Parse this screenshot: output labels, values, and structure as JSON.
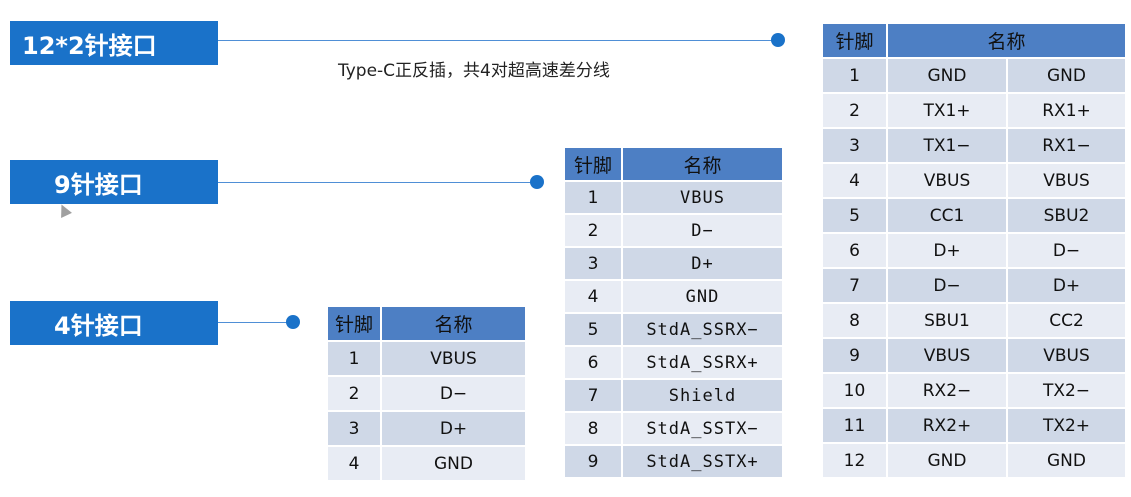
{
  "labels": {
    "l12": "12*2针接口",
    "l9": "9针接口",
    "l4": "4针接口"
  },
  "note": "Type-C正反插，共4对超高速差分线",
  "table4": {
    "headers": [
      "针脚",
      "名称"
    ],
    "rows": [
      [
        "1",
        "VBUS"
      ],
      [
        "2",
        "D−"
      ],
      [
        "3",
        "D+"
      ],
      [
        "4",
        "GND"
      ]
    ]
  },
  "table9": {
    "headers": [
      "针脚",
      "名称"
    ],
    "rows": [
      [
        "1",
        "VBUS"
      ],
      [
        "2",
        "D−"
      ],
      [
        "3",
        "D+"
      ],
      [
        "4",
        "GND"
      ],
      [
        "5",
        "StdA_SSRX−"
      ],
      [
        "6",
        "StdA_SSRX+"
      ],
      [
        "7",
        "Shield"
      ],
      [
        "8",
        "StdA_SSTX−"
      ],
      [
        "9",
        "StdA_SSTX+"
      ]
    ]
  },
  "table12": {
    "headers": [
      "针脚",
      "名称"
    ],
    "rows": [
      [
        "1",
        "GND",
        "GND"
      ],
      [
        "2",
        "TX1+",
        "RX1+"
      ],
      [
        "3",
        "TX1−",
        "RX1−"
      ],
      [
        "4",
        "VBUS",
        "VBUS"
      ],
      [
        "5",
        "CC1",
        "SBU2"
      ],
      [
        "6",
        "D+",
        "D−"
      ],
      [
        "7",
        "D−",
        "D+"
      ],
      [
        "8",
        "SBU1",
        "CC2"
      ],
      [
        "9",
        "VBUS",
        "VBUS"
      ],
      [
        "10",
        "RX2−",
        "TX2−"
      ],
      [
        "11",
        "RX2+",
        "TX2+"
      ],
      [
        "12",
        "GND",
        "GND"
      ]
    ]
  },
  "colors": {
    "accent": "#1a72c9",
    "header": "#4d7fc4",
    "row_dark": "#cfd8e7",
    "row_light": "#e8ecf4"
  },
  "icons": {
    "cursor": "mouse-pointer-icon"
  }
}
